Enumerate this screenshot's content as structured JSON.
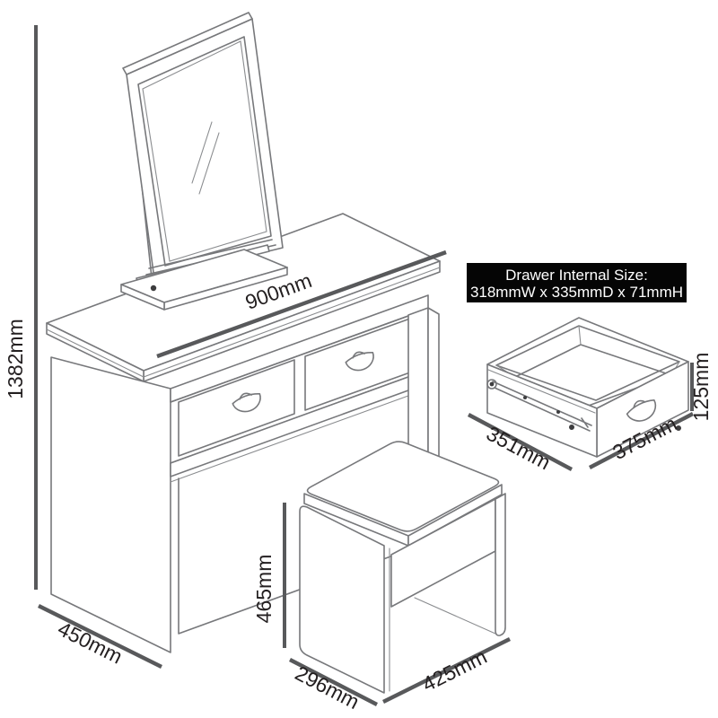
{
  "diagram": {
    "note": {
      "title": "Drawer Internal Size:",
      "size": "318mmW x 335mmD x 71mmH"
    },
    "dimensions": {
      "total_height": "1382mm",
      "table_width": "900mm",
      "table_depth": "450mm",
      "stool_height": "465mm",
      "stool_depth": "296mm",
      "stool_width": "425mm",
      "drawer_depth": "351mm",
      "drawer_width": "375mm",
      "drawer_front_height": "125mm"
    },
    "colors": {
      "outline": "#77787b",
      "dimension_line": "#58595b",
      "label_text": "#231f20",
      "note_background": "#050505",
      "note_text": "#ffffff",
      "background": "#ffffff"
    }
  }
}
